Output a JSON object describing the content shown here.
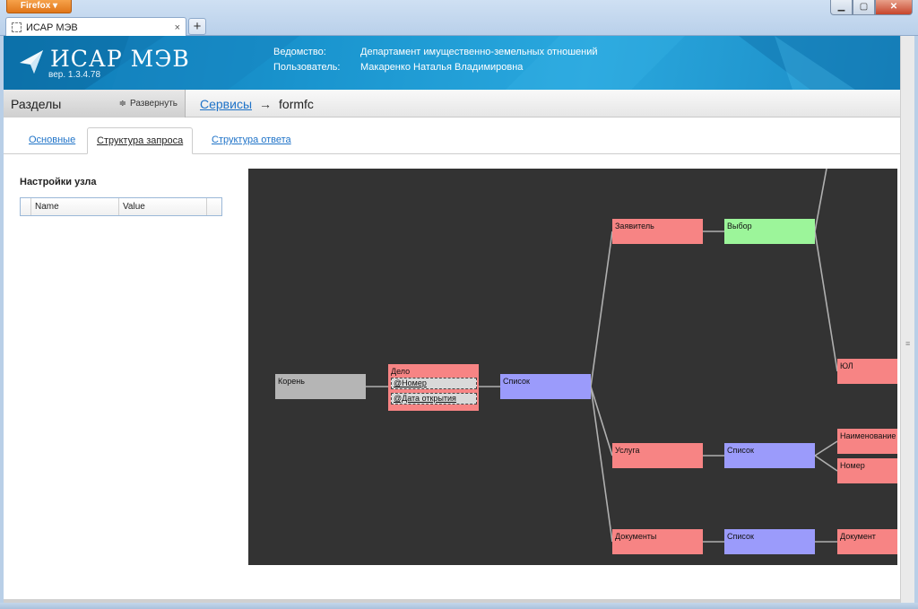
{
  "browser": {
    "menu_label": "Firefox ▾",
    "tab_title": "ИСАР МЭВ",
    "tab_close": "×",
    "new_tab": "+",
    "controls": {
      "minimize": "▁",
      "maximize": "▢",
      "close": "✕"
    }
  },
  "header": {
    "app_title": "ИСАР МЭВ",
    "version": "вер. 1.3.4.78",
    "department_label": "Ведомство:",
    "department_value": "Департамент имущественно-земельных отношений",
    "user_label": "Пользователь:",
    "user_value": "Макаренко Наталья Владимировна"
  },
  "sections": {
    "title": "Разделы",
    "expand_icon": "≑",
    "expand_label": "Развернуть"
  },
  "breadcrumb": {
    "link": "Сервисы",
    "arrow": "→",
    "current": "formfc"
  },
  "tabs": [
    {
      "label": "Основные",
      "active": false
    },
    {
      "label": "Структура запроса",
      "active": true
    },
    {
      "label": "Структура ответа",
      "active": false
    }
  ],
  "node_settings": {
    "title": "Настройки узла",
    "columns": [
      "Name",
      "Value"
    ]
  },
  "diagram": {
    "nodes": {
      "root": "Корень",
      "delo": "Дело",
      "attr_number": "@Номер",
      "attr_open_date": "@Дата открытия",
      "list1": "Список",
      "applicant": "Заявитель",
      "choice": "Выбор",
      "ul": "ЮЛ",
      "service": "Услуга",
      "list2": "Список",
      "name": "Наименование",
      "number": "Номер",
      "documents": "Документы",
      "list3": "Список",
      "document": "Документ"
    },
    "colors": {
      "background": "#333333",
      "root": "#b5b5b5",
      "element": "#f78484",
      "list": "#9b9bfb",
      "choice": "#9cf59a",
      "edge": "#b0b0b0"
    }
  }
}
